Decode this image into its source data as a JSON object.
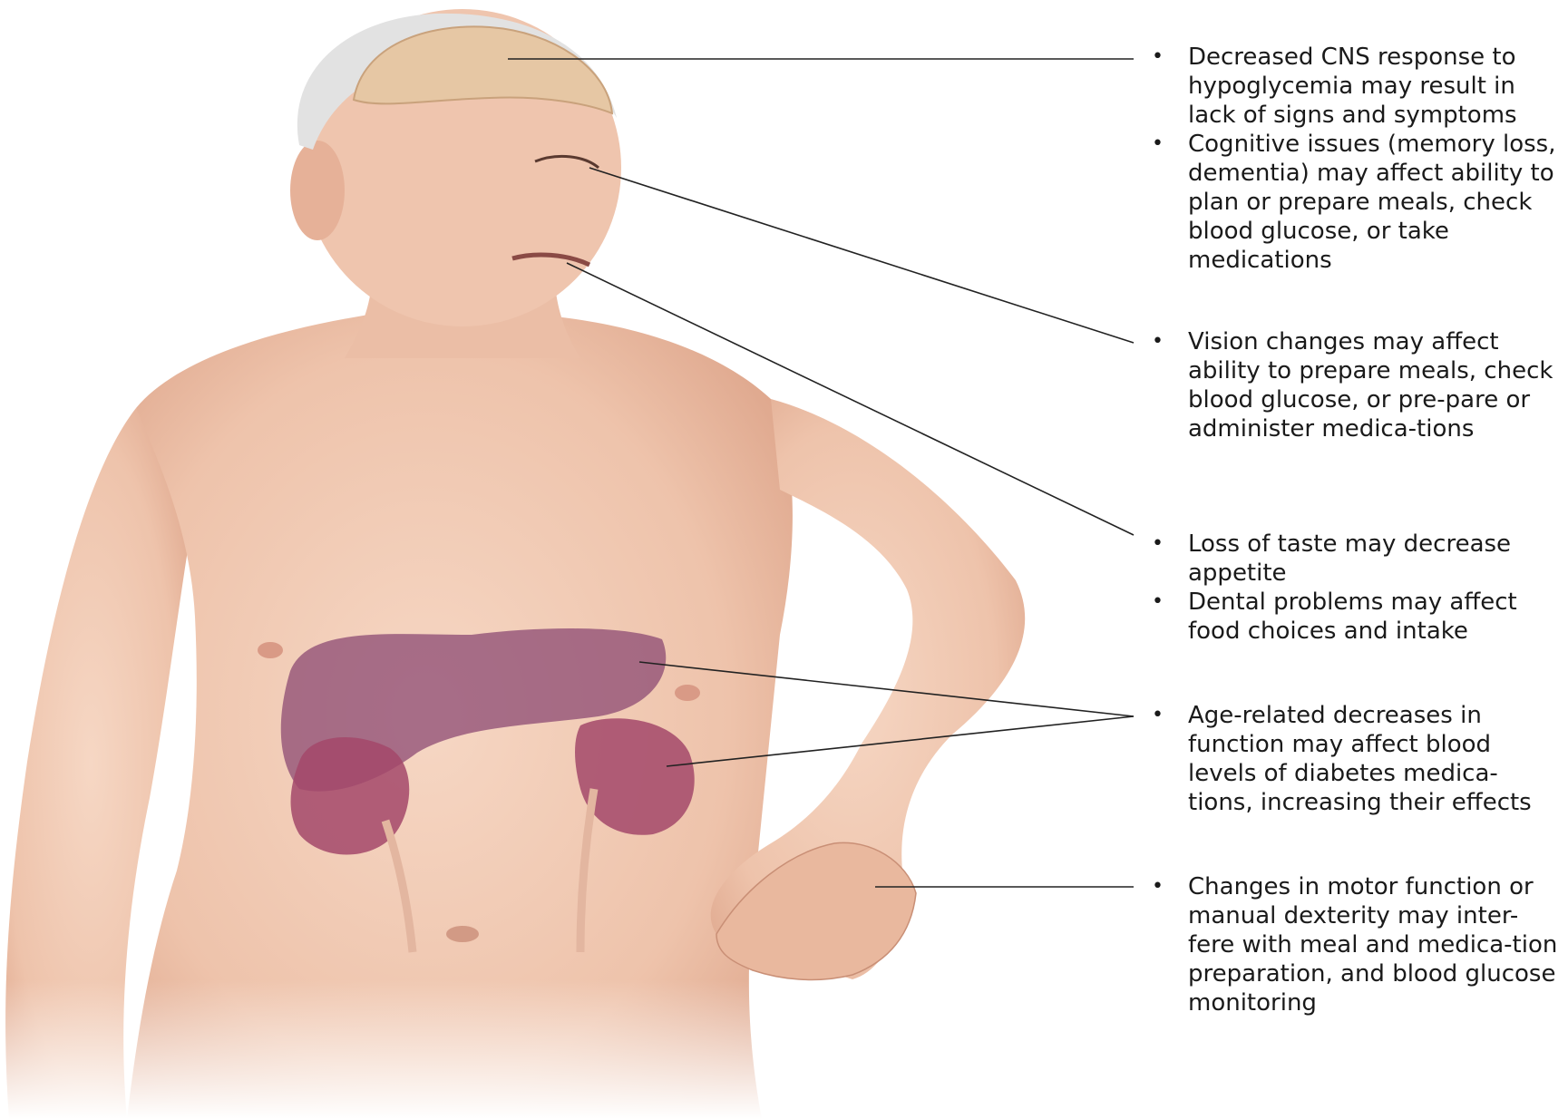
{
  "callouts": [
    {
      "target": "brain",
      "bullets": [
        "Decreased CNS response to hypoglycemia may result in lack of signs and symptoms",
        "Cognitive issues (memory loss, dementia) may affect ability to plan or prepare meals, check blood glucose, or take medications"
      ]
    },
    {
      "target": "eyes",
      "bullets": [
        "Vision changes may affect ability to prepare meals, check blood glucose, or pre-pare or administer medica-tions"
      ]
    },
    {
      "target": "mouth",
      "bullets": [
        "Loss of taste may decrease appetite",
        "Dental problems may affect food choices and intake"
      ]
    },
    {
      "target": "liver-and-kidneys",
      "bullets": [
        "Age-related decreases in function may affect blood levels of diabetes medica-tions, increasing their effects"
      ]
    },
    {
      "target": "hand",
      "bullets": [
        "Changes in motor function or manual dexterity may inter-fere with meal and medica-tion preparation, and blood glucose monitoring"
      ]
    }
  ],
  "colors": {
    "skin": "#f2cdb8",
    "skin_shadow": "#d9a78e",
    "hair": "#e4e4e4",
    "brain": "#e6c7a4",
    "liver": "#8c4a73",
    "kidney": "#a3486a",
    "leader_line": "#222222"
  }
}
